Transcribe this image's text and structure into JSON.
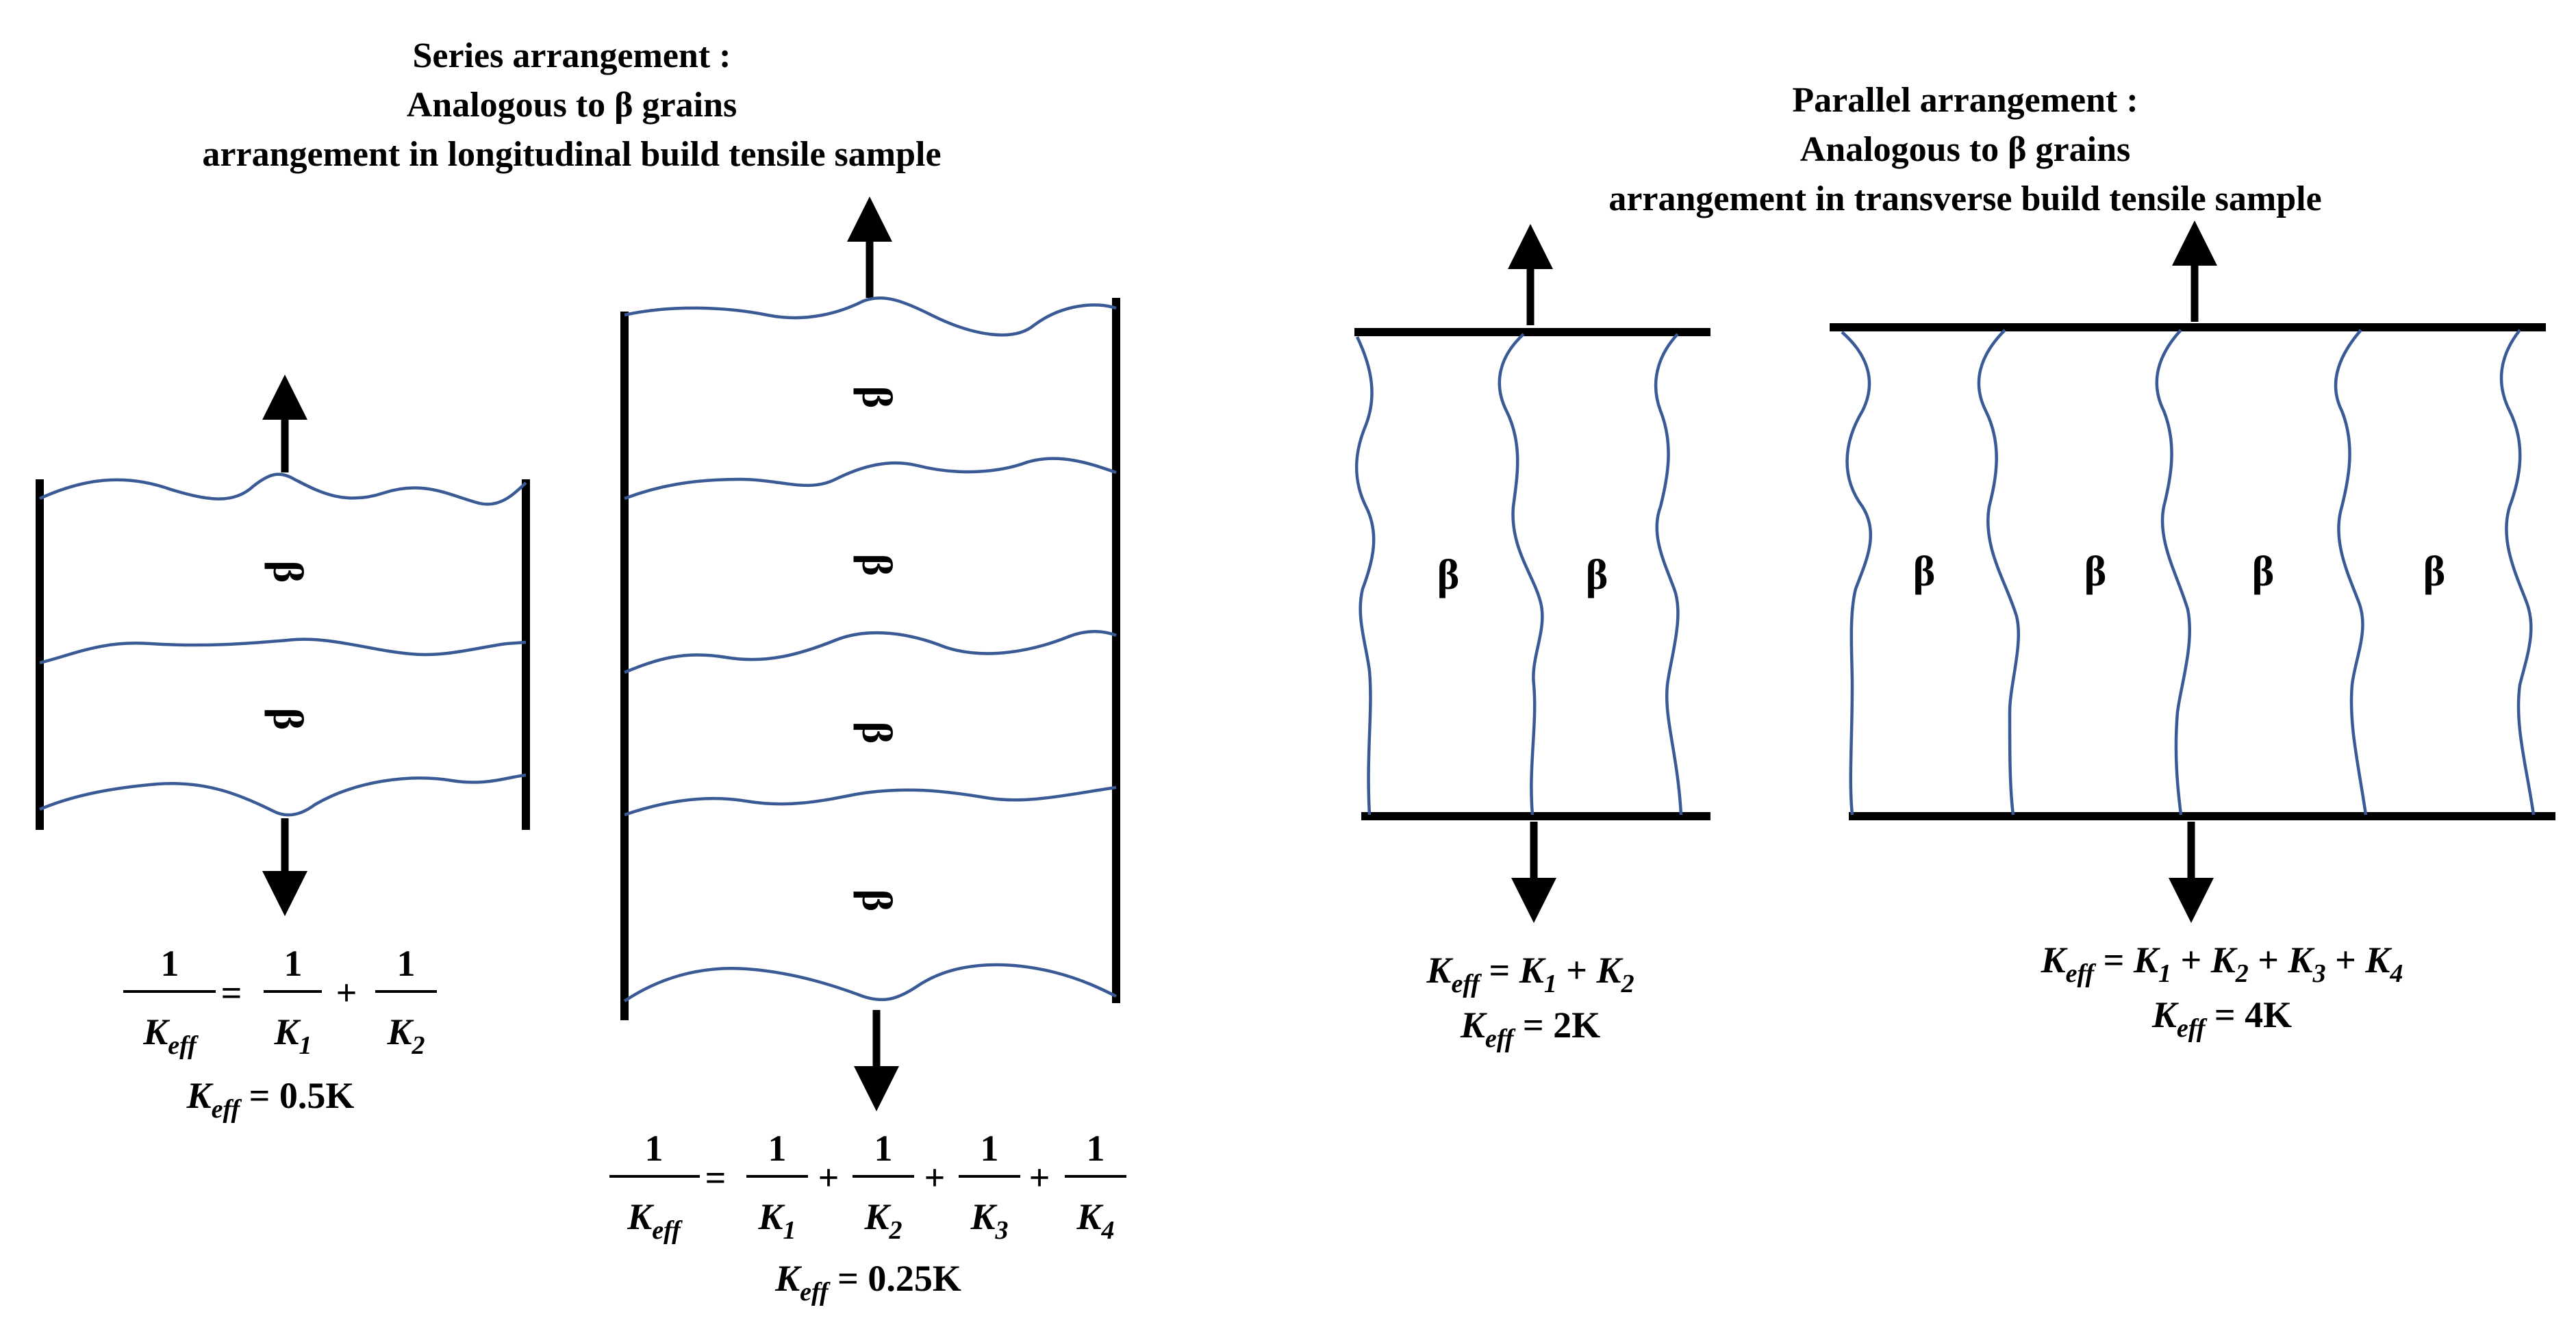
{
  "series": {
    "title_lines": [
      "Series arrangement :",
      "Analogous to β grains",
      "arrangement in longitudinal build tensile sample"
    ],
    "grain_label": "β",
    "small_panel": {
      "equation_lhs_num": "1",
      "equation_lhs_den": "K_eff",
      "equation_terms": [
        "K_1",
        "K_2"
      ],
      "result": "K_eff = 0.5K"
    },
    "large_panel": {
      "equation_lhs_num": "1",
      "equation_lhs_den": "K_eff",
      "equation_terms": [
        "K_1",
        "K_2",
        "K_3",
        "K_4"
      ],
      "result": "K_eff = 0.25K"
    }
  },
  "parallel": {
    "title_lines": [
      "Parallel arrangement :",
      "Analogous to β grains",
      "arrangement in transverse build tensile sample"
    ],
    "grain_label": "β",
    "small_panel": {
      "equation": "K_eff = K_1 + K_2",
      "result": "K_eff = 2K"
    },
    "large_panel": {
      "equation": "K_eff = K_1 + K_2 + K_3 + K_4",
      "result": "K_eff = 4K"
    }
  },
  "colors": {
    "grain_boundary": "#3a5a96",
    "walls_and_arrows": "#000000"
  }
}
